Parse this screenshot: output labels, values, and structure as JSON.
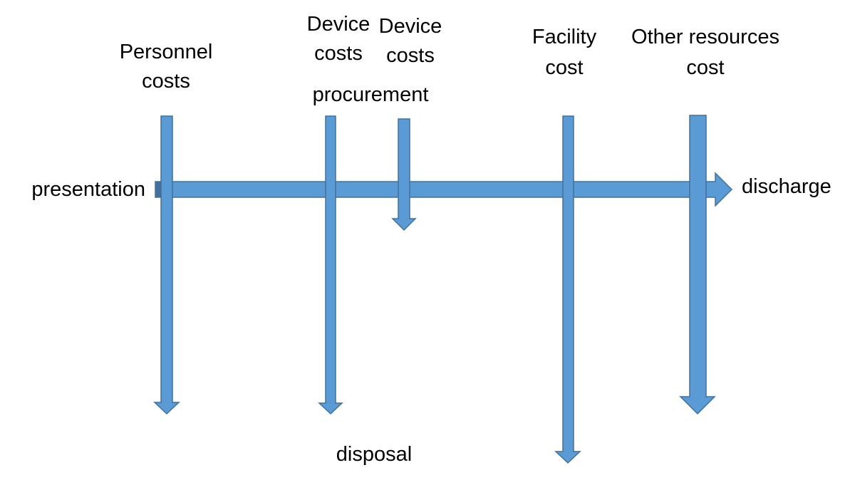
{
  "colors": {
    "arrow_fill": "#5B9BD5",
    "arrow_stroke": "#41719C",
    "text": "#000000",
    "background": "#FFFFFF"
  },
  "timeline": {
    "start_label": "presentation",
    "end_label": "discharge"
  },
  "cost_streams": {
    "personnel": {
      "line1": "Personnel",
      "line2": "costs"
    },
    "device_disposal": {
      "line1": "Device",
      "line2": "costs",
      "end_label": "disposal"
    },
    "device_procurement": {
      "line1": "Device",
      "line2": "costs",
      "start_label": "procurement"
    },
    "facility": {
      "line1": "Facility",
      "line2": "cost"
    },
    "other_resources": {
      "line1": "Other resources",
      "line2": "cost"
    }
  }
}
